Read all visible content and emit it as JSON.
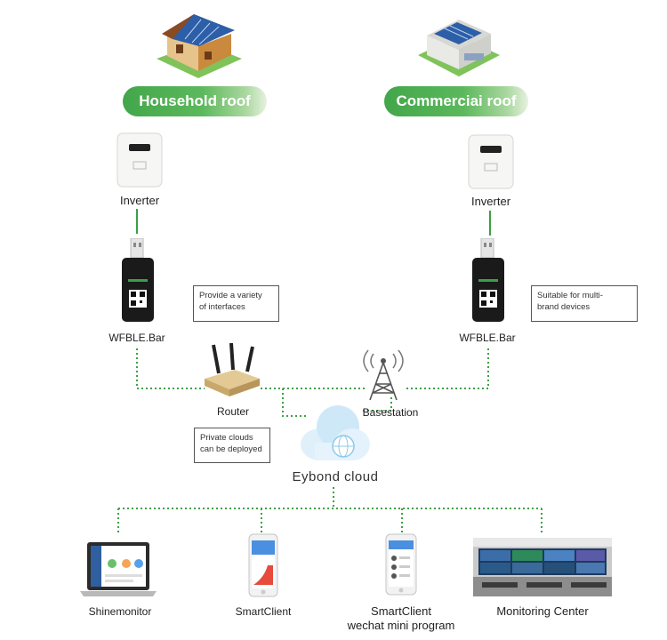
{
  "roofs": {
    "household": "Household roof",
    "commercial": "Commerciai roof"
  },
  "devices": {
    "inverter_left": "Inverter",
    "inverter_right": "Inverter",
    "stick_left": "WFBLE.Bar",
    "stick_right": "WFBLE.Bar",
    "router": "Router",
    "basestation": "Basestation",
    "cloud": "Eybond cloud"
  },
  "notes": {
    "interfaces": [
      "Provide a variety",
      "of interfaces"
    ],
    "multi_brand": [
      "Suitable for multi-",
      "brand devices"
    ],
    "private_clouds": [
      "Private clouds",
      "can be deployed"
    ]
  },
  "endpoints": {
    "shinemonitor": "Shinemonitor",
    "smartclient": "SmartClient",
    "smartclient_wechat_1": "SmartClient",
    "smartclient_wechat_2": "wechat mini program",
    "monitoring_center": "Monitoring Center"
  },
  "colors": {
    "green": "#3aa142",
    "dotted_line": "#3fa047",
    "pill_start": "#43a64a"
  }
}
